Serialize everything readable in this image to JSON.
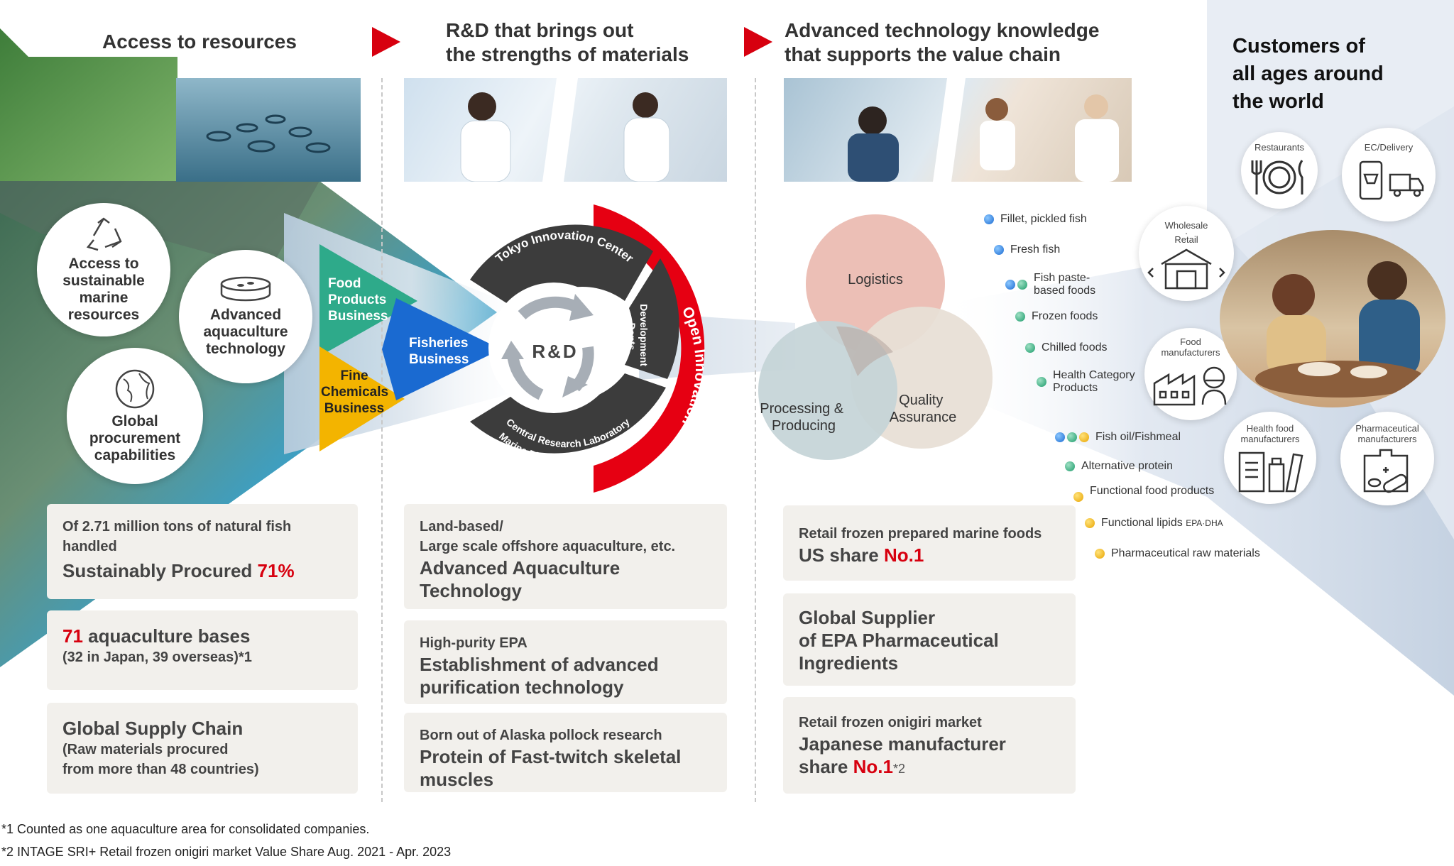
{
  "columns": {
    "resources": "Access to resources",
    "rd_line1": "R&D that brings out",
    "rd_line2": "the strengths of materials",
    "tech_line1": "Advanced technology knowledge",
    "tech_line2": "that supports the value chain"
  },
  "customers_title": [
    "Customers of",
    "all ages around",
    "the world"
  ],
  "resource_circles": {
    "sustainable": [
      "Access to",
      "sustainable marine",
      "resources"
    ],
    "aquaculture": [
      "Advanced",
      "aquaculture",
      "technology"
    ],
    "procurement": [
      "Global",
      "procurement",
      "capabilities"
    ]
  },
  "businesses": {
    "food": [
      "Food",
      "Products",
      "Business"
    ],
    "fine": [
      "Fine",
      "Chemicals",
      "Business"
    ],
    "fisheries": [
      "Fisheries",
      "Business"
    ]
  },
  "rd_ring": {
    "center": "R&D",
    "tokyo": "Tokyo Innovation Center",
    "dev": [
      "Development",
      "Depts"
    ],
    "central1": "Central Research Laboratory",
    "central2": "Oita Marine Biological Technology Center",
    "open": "Open Innovation"
  },
  "venn": {
    "logistics": "Logistics",
    "processing": [
      "Processing &",
      "Producing"
    ],
    "quality": [
      "Quality",
      "Assurance"
    ]
  },
  "products": [
    {
      "label": "Fillet, pickled fish",
      "dots": [
        "blue"
      ]
    },
    {
      "label": "Fresh fish",
      "dots": [
        "blue"
      ]
    },
    {
      "label": [
        "Fish paste-",
        "based foods"
      ],
      "dots": [
        "blue",
        "green"
      ]
    },
    {
      "label": "Frozen foods",
      "dots": [
        "green"
      ]
    },
    {
      "label": "Chilled foods",
      "dots": [
        "green"
      ]
    },
    {
      "label": [
        "Health Category",
        "Products"
      ],
      "dots": [
        "green"
      ]
    },
    {
      "label": "Fish oil/Fishmeal",
      "dots": [
        "blue",
        "green",
        "yellow"
      ]
    },
    {
      "label": "Alternative protein",
      "dots": [
        "green"
      ]
    },
    {
      "label": "Functional food products",
      "dots": [
        "yellow"
      ]
    },
    {
      "label": "Functional lipids",
      "small": "EPA·DHA",
      "dots": [
        "yellow"
      ]
    },
    {
      "label": "Pharmaceutical raw materials",
      "dots": [
        "yellow"
      ]
    }
  ],
  "customers": {
    "restaurants": "Restaurants",
    "ec": "EC/Delivery",
    "wholesale": [
      "Wholesale",
      "·",
      "Retail"
    ],
    "food_mfr": [
      "Food",
      "manufacturers"
    ],
    "health_mfr": [
      "Health food",
      "manufacturers"
    ],
    "pharma_mfr": [
      "Pharmaceutical",
      "manufacturers"
    ]
  },
  "boxes_resources": {
    "b1_sub": [
      "Of 2.71 million tons of natural fish",
      "handled"
    ],
    "b1_main": "Sustainably Procured ",
    "b1_red": "71%",
    "b2_red": "71",
    "b2_main": " aquaculture bases",
    "b2_sub": "(32 in Japan, 39 overseas)*1",
    "b3_main": "Global Supply Chain",
    "b3_sub": [
      "(Raw materials procured",
      "from more than 48 countries)"
    ]
  },
  "boxes_rd": {
    "b1_sub": [
      "Land-based/",
      "Large scale offshore aquaculture, etc."
    ],
    "b1_main": [
      "Advanced Aquaculture",
      "Technology"
    ],
    "b2_sub": "High-purity EPA",
    "b2_main": [
      "Establishment of advanced",
      "purification technology"
    ],
    "b3_sub": "Born out of Alaska pollock research",
    "b3_main": [
      "Protein of Fast-twitch skeletal",
      "muscles"
    ]
  },
  "boxes_tech": {
    "b1_sub": "Retail frozen prepared marine foods",
    "b1_main": "US share ",
    "b1_red": "No.1",
    "b2_main": [
      "Global Supplier",
      "of EPA Pharmaceutical",
      "Ingredients"
    ],
    "b3_sub": "Retail frozen onigiri market",
    "b3_main1": "Japanese manufacturer",
    "b3_main2": "share ",
    "b3_red": "No.1",
    "b3_note": "*2"
  },
  "footnotes": [
    "*1 Counted as one aquaculture area for consolidated companies.",
    "*2 INTAGE SRI+ Retail frozen onigiri market Value Share Aug. 2021 - Apr. 2023"
  ],
  "colors": {
    "accent_red": "#d7000f",
    "food_green": "#2eaa8a",
    "fisheries_blue": "#1a6ad1",
    "fine_yellow": "#f3b400",
    "ring_dark": "#3c3c3c",
    "box_bg": "#f2f0ec"
  }
}
